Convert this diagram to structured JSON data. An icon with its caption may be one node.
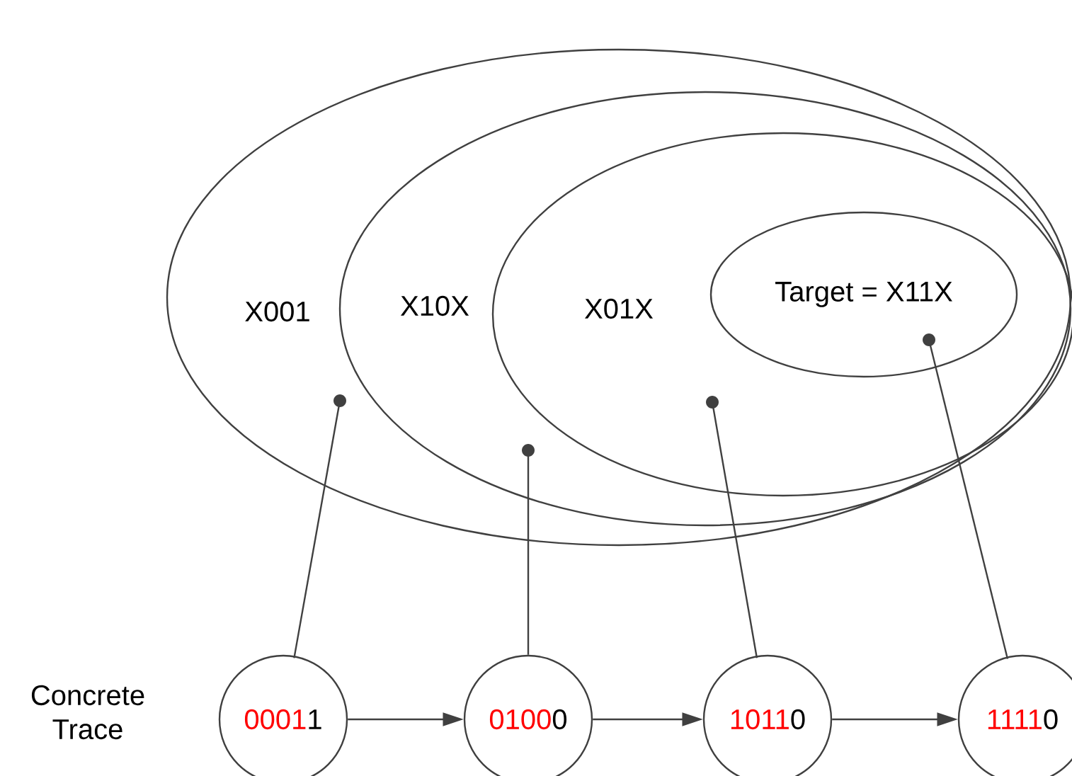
{
  "diagram": {
    "nodes": [
      {
        "text": [
          "X001"
        ]
      },
      {
        "text": [
          "X10X"
        ],
        "in": 0
      },
      {
        "text": [
          "X01X"
        ],
        "in": 1
      },
      {
        "text": [
          "Target = X11X"
        ],
        "in": 2
      },
      {
        "text": [
          "0001",
          "1"
        ]
      },
      {
        "text": [
          "0100",
          "0"
        ]
      },
      {
        "text": [
          "1011",
          "0"
        ]
      },
      {
        "text": [
          "1111",
          "0"
        ]
      }
    ],
    "edges": [
      {
        "from": 4,
        "to": 5,
        "arrow": "to"
      },
      {
        "from": 5,
        "to": 6,
        "arrow": "to"
      },
      {
        "from": 6,
        "to": 7,
        "arrow": "to"
      },
      {
        "from": 4,
        "to": 0,
        "arrow": "other"
      },
      {
        "from": 5,
        "to": 1,
        "arrow": "other"
      },
      {
        "from": 6,
        "to": 2,
        "arrow": "other"
      },
      {
        "from": 7,
        "to": 3,
        "arrow": "other"
      }
    ],
    "labels": [
      "Concrete Trace"
    ]
  }
}
